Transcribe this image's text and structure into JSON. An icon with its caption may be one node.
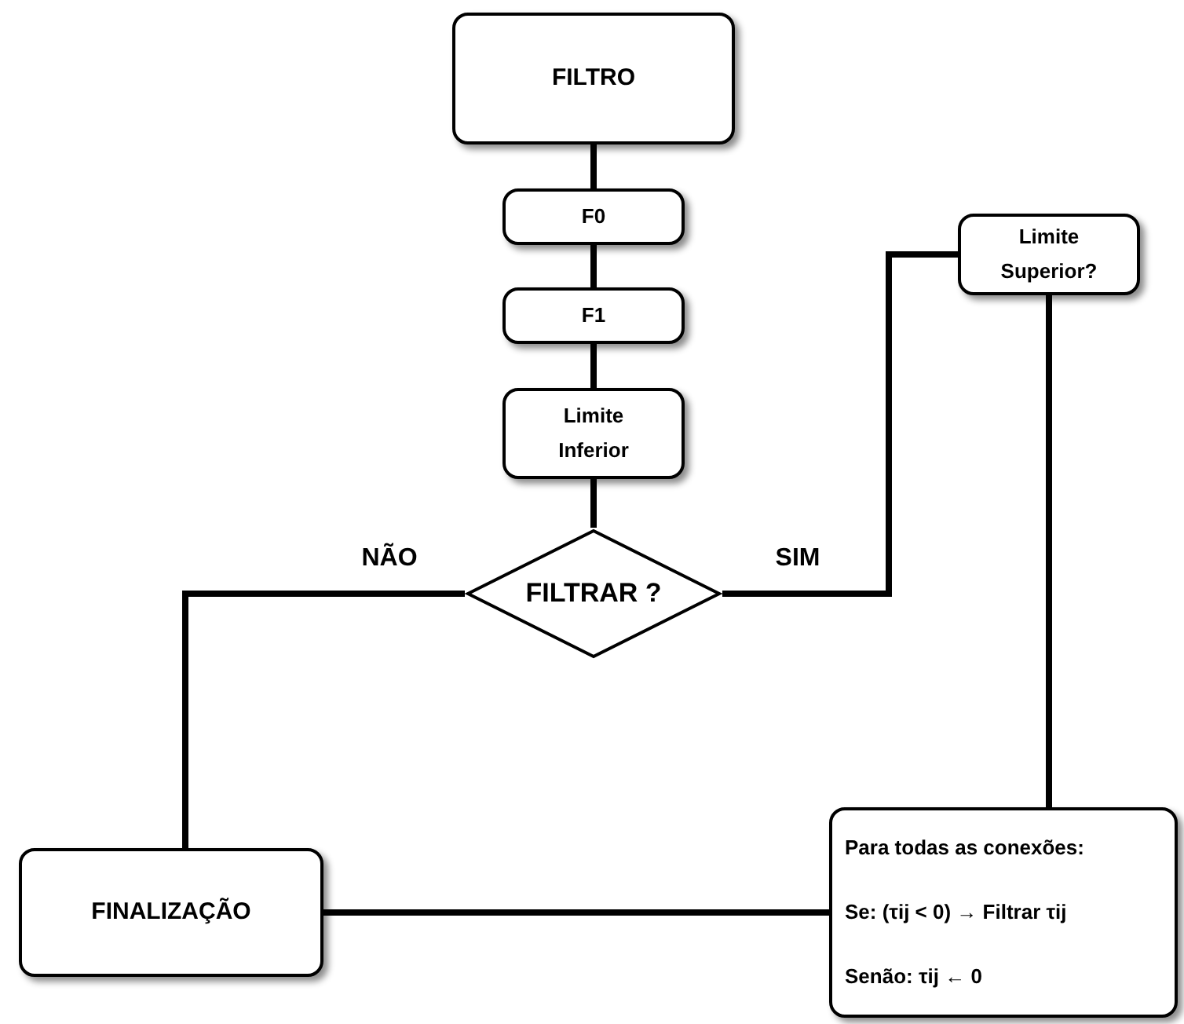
{
  "diagram": {
    "nodes": [
      {
        "text": [
          "FILTRO"
        ]
      },
      {
        "text": [
          "F0"
        ]
      },
      {
        "text": [
          "F1"
        ]
      },
      {
        "text": [
          "Limite Inferior"
        ]
      },
      {
        "text": [
          "FILTRAR ?"
        ]
      },
      {
        "text": [
          "Limite Superior?"
        ]
      },
      {
        "text": [
          "Para todas as conexões:",
          "Se: (τij < 0) → Filtrar τij",
          "Senão: τij ← 0"
        ]
      },
      {
        "text": [
          "FINALIZAÇÃO"
        ]
      }
    ],
    "edges": [
      {
        "from": 0,
        "to": 1,
        "arrow": "none"
      },
      {
        "from": 1,
        "to": 2,
        "arrow": "none"
      },
      {
        "from": 2,
        "to": 3,
        "arrow": "none"
      },
      {
        "from": 3,
        "to": 4,
        "arrow": "none"
      },
      {
        "from": 4,
        "to": 7,
        "arrow": "none",
        "label": "NÃO"
      },
      {
        "from": 4,
        "to": 5,
        "arrow": "none",
        "label": "SIM"
      },
      {
        "from": 5,
        "to": 6,
        "arrow": "none"
      },
      {
        "from": 6,
        "to": 7,
        "arrow": "none"
      }
    ]
  }
}
